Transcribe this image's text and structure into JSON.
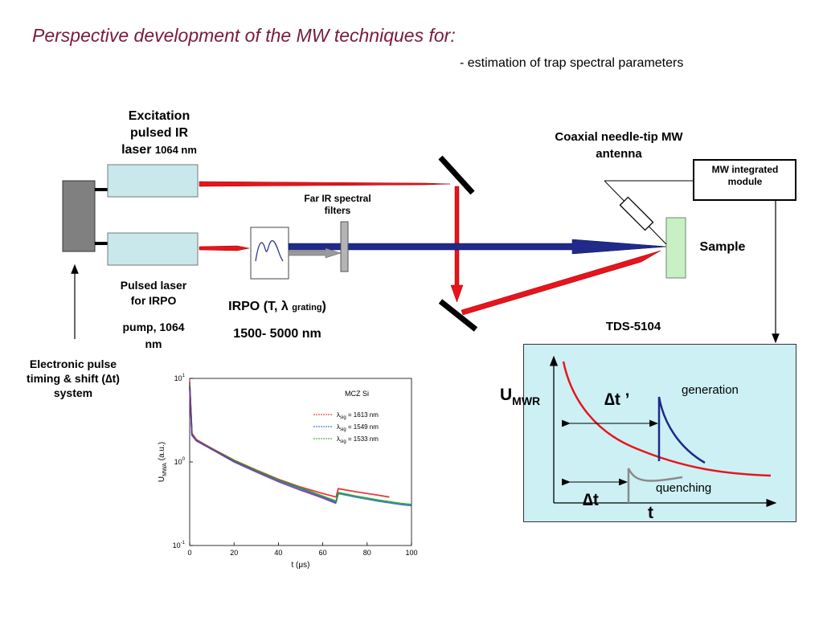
{
  "slide": {
    "title": "Perspective development of the MW techniques for:",
    "subtitle": "- estimation of trap spectral parameters"
  },
  "setup": {
    "excitation_laser": [
      "Excitation",
      "pulsed IR",
      "laser"
    ],
    "excitation_wavelength": "1064 nm",
    "pulsed_laser": [
      "Pulsed laser",
      "for IRPO"
    ],
    "pump": [
      "pump,  1064",
      "nm"
    ],
    "electronic_pulse": [
      "Electronic pulse",
      "timing  & shift (∆t)",
      "system"
    ],
    "far_ir_filters": [
      "Far IR spectral",
      "filters"
    ],
    "irpo_prefix": "IRPO (T, ",
    "irpo_lambda": "λ",
    "irpo_sub": "grating",
    "irpo_suffix": ")",
    "irpo_range": "1500- 5000 nm",
    "antenna": [
      "Coaxial needle-tip MW",
      "antenna"
    ],
    "mw_module": [
      "MW integrated",
      "module"
    ],
    "sample": "Sample",
    "oscilloscope": "TDS-5104"
  },
  "schematic": {
    "y_label": "U",
    "y_label_sub": "MWR",
    "x_label": "t",
    "delta_t_prime": "∆t ’",
    "delta_t": "∆t",
    "generation": "generation",
    "quenching": "quenching",
    "colors": {
      "background": "#ccf0f4",
      "decay": "#e8141c",
      "generation": "#1f2a8a",
      "quenching": "#8a8a8a"
    }
  },
  "chart_data": {
    "type": "line",
    "title": "MCZ Si",
    "xlabel": "t (μs)",
    "ylabel": "U",
    "ylabel_sub": "MWA",
    "ylabel_unit": " (a.u.)",
    "xlim": [
      0,
      100
    ],
    "ylim": [
      0.1,
      10
    ],
    "yscale": "log",
    "x_ticks": [
      "0",
      "20",
      "40",
      "60",
      "80",
      "100"
    ],
    "y_ticks": [
      {
        "base": "10",
        "exp": "1"
      },
      {
        "base": "10",
        "exp": "0"
      },
      {
        "base": "10",
        "exp": "-1"
      }
    ],
    "legend_placement": "top-right",
    "series": [
      {
        "name": "λ",
        "sub": "sig",
        "value": " = 1613 nm",
        "color": "#e8141c",
        "x": [
          0,
          1,
          3,
          10,
          20,
          30,
          40,
          50,
          60,
          66,
          67,
          75,
          85,
          90
        ],
        "y": [
          9,
          2.2,
          1.85,
          1.45,
          1.05,
          0.8,
          0.62,
          0.5,
          0.42,
          0.38,
          0.48,
          0.44,
          0.4,
          0.38
        ]
      },
      {
        "name": "λ",
        "sub": "sig",
        "value": " = 1549 nm",
        "color": "#1f5fd0",
        "x": [
          0,
          1,
          3,
          10,
          20,
          30,
          40,
          50,
          60,
          66,
          67,
          75,
          85,
          95,
          100
        ],
        "y": [
          8,
          2.1,
          1.8,
          1.42,
          1.02,
          0.78,
          0.6,
          0.48,
          0.38,
          0.33,
          0.42,
          0.38,
          0.34,
          0.31,
          0.3
        ]
      },
      {
        "name": "λ",
        "sub": "sig",
        "value": " = 1533 nm",
        "color": "#1fa01f",
        "x": [
          0,
          1,
          3,
          10,
          20,
          30,
          40,
          50,
          60,
          66,
          67,
          75,
          85,
          95,
          100
        ],
        "y": [
          8.5,
          2.15,
          1.82,
          1.44,
          1.04,
          0.79,
          0.61,
          0.49,
          0.39,
          0.34,
          0.43,
          0.39,
          0.35,
          0.32,
          0.31
        ]
      },
      {
        "name": "",
        "sub": "",
        "value": "",
        "color": "#7a2aa8",
        "x": [
          0,
          1,
          3,
          10,
          20,
          30,
          40,
          50,
          60,
          66
        ],
        "y": [
          8,
          2.1,
          1.8,
          1.42,
          1.0,
          0.76,
          0.58,
          0.46,
          0.37,
          0.32
        ]
      }
    ]
  }
}
